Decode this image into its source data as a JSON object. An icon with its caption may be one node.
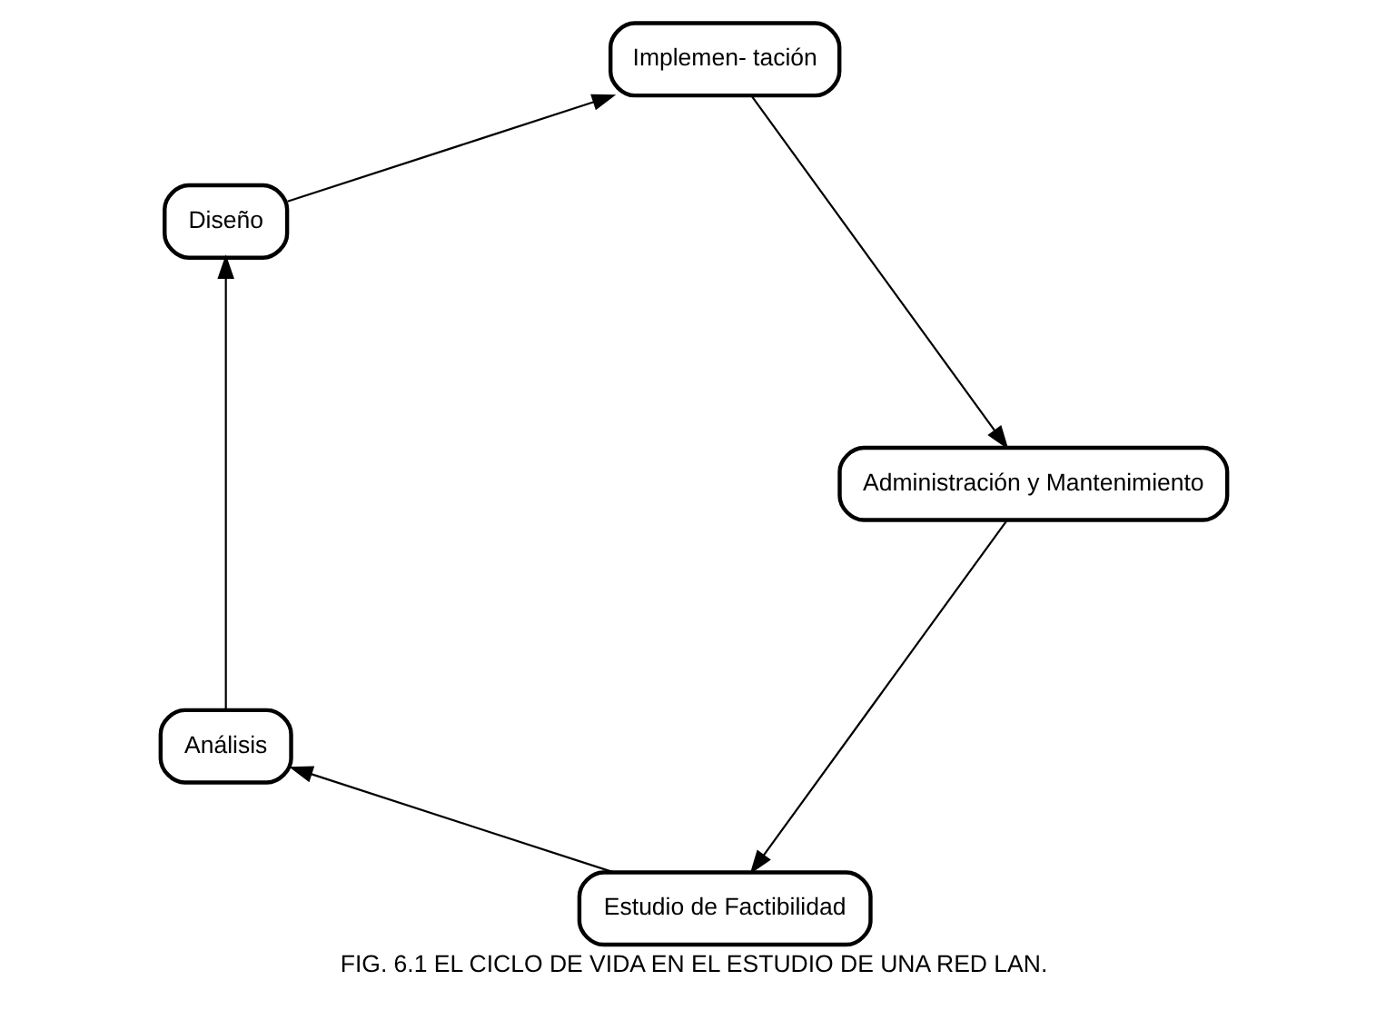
{
  "diagram": {
    "caption": "FIG. 6.1 EL CICLO DE VIDA EN EL ESTUDIO DE UNA RED LAN.",
    "nodes": [
      {
        "text": [
          "Estudio de Factibilidad"
        ]
      },
      {
        "text": [
          "Análisis"
        ]
      },
      {
        "text": [
          "Diseño"
        ]
      },
      {
        "text": [
          "Implemen- tación"
        ]
      },
      {
        "text": [
          "Administración y Mantenimiento"
        ]
      }
    ],
    "edges": [
      {
        "from": 0,
        "to": 1,
        "arrow": "to"
      },
      {
        "from": 1,
        "to": 2,
        "arrow": "to"
      },
      {
        "from": 2,
        "to": 3,
        "arrow": "to"
      },
      {
        "from": 3,
        "to": 4,
        "arrow": "to"
      },
      {
        "from": 4,
        "to": 0,
        "arrow": "to"
      }
    ]
  }
}
